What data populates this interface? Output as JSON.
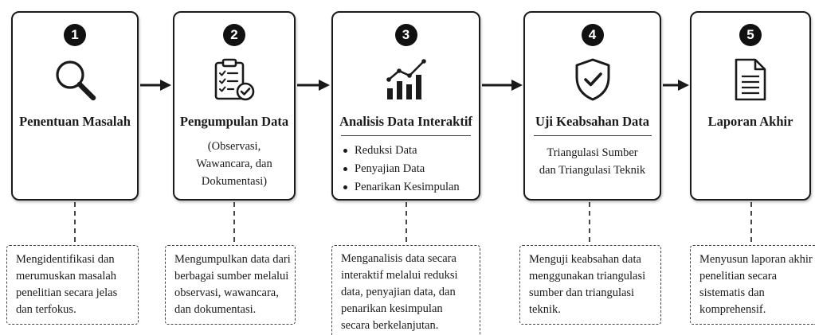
{
  "colors": {
    "stroke": "#1a1a1a",
    "badge": "#111111",
    "background": "#ffffff"
  },
  "steps": [
    {
      "number": "1",
      "icon": "magnifier-icon",
      "title": "Penentuan Masalah",
      "description": [
        "Mengidentifikasi dan",
        "merumuskan masalah",
        "penelitian secara jelas",
        "dan terfokus."
      ]
    },
    {
      "number": "2",
      "icon": "clipboard-checklist-icon",
      "title": "Pengumpulan Data",
      "details": [
        "(Observasi,",
        "Wawancara, dan",
        "Dokumentasi)"
      ],
      "description": [
        "Mengumpulkan data dari",
        "berbagai sumber melalui",
        "observasi, wawancara,",
        "dan dokumentasi."
      ]
    },
    {
      "number": "3",
      "icon": "bar-chart-trend-icon",
      "title": "Analisis Data Interaktif",
      "bullets": [
        "Reduksi Data",
        "Penyajian Data",
        "Penarikan Kesimpulan"
      ],
      "description": [
        "Menganalisis data secara",
        "interaktif melalui reduksi",
        "data, penyajian data, dan",
        "penarikan kesimpulan",
        "secara berkelanjutan."
      ]
    },
    {
      "number": "4",
      "icon": "shield-check-icon",
      "title": "Uji Keabsahan Data",
      "details": [
        "Triangulasi Sumber",
        "dan Triangulasi Teknik"
      ],
      "description": [
        "Menguji keabsahan data",
        "menggunakan triangulasi",
        "sumber dan triangulasi",
        "teknik."
      ]
    },
    {
      "number": "5",
      "icon": "document-icon",
      "title": "Laporan Akhir",
      "description": [
        "Menyusun laporan akhir",
        "penelitian secara",
        "sistematis dan",
        "komprehensif."
      ]
    }
  ]
}
